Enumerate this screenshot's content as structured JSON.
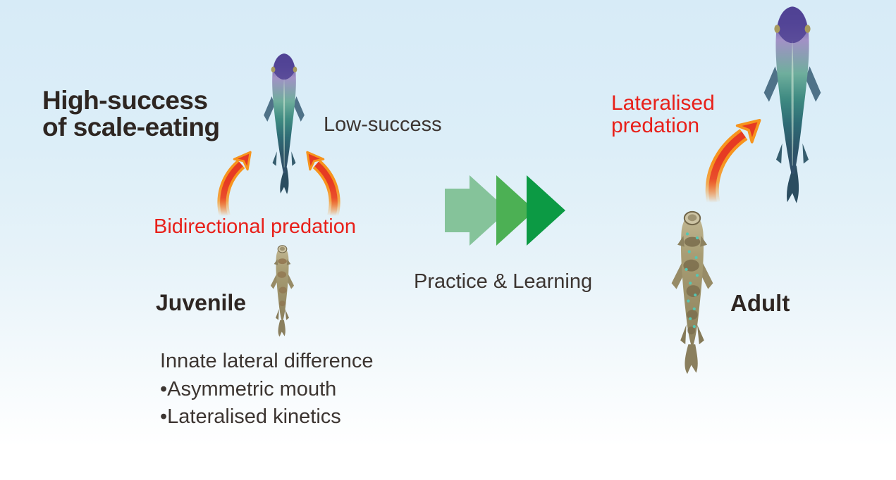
{
  "figure": {
    "title_line1": "High-success",
    "title_line2": "of scale-eating",
    "low_success_label": "Low-success",
    "bidirectional_label": "Bidirectional predation",
    "juvenile_label": "Juvenile",
    "innate_heading": "Innate lateral difference",
    "innate_bullets": [
      "•Asymmetric mouth",
      "•Lateralised kinetics"
    ],
    "practice_label": "Practice & Learning",
    "lateralised_line1": "Lateralised",
    "lateralised_line2": "predation",
    "adult_label": "Adult"
  },
  "colors": {
    "background_top": "#d7ebf7",
    "background_bottom": "#ffffff",
    "red_text": "#e8201a",
    "dark_title_text": "#2e2622",
    "gray_text": "#3c3531",
    "attack_arrow_orange": "#f7941d",
    "attack_arrow_red": "#e63b23",
    "green_arrow_light": "#85c39a",
    "green_arrow_mid": "#4cb054",
    "green_arrow_dark": "#0c9a44"
  },
  "icons": {
    "prey_fish": "purple-teal fish, dorsal view, head up",
    "scale_eater_fish": "brown cichlid with dark blotches, dorsal view, head up",
    "attack_arrow": "curved orange-red predation strike arrow",
    "progression_arrow": "triple green chevron arrow pointing right"
  }
}
